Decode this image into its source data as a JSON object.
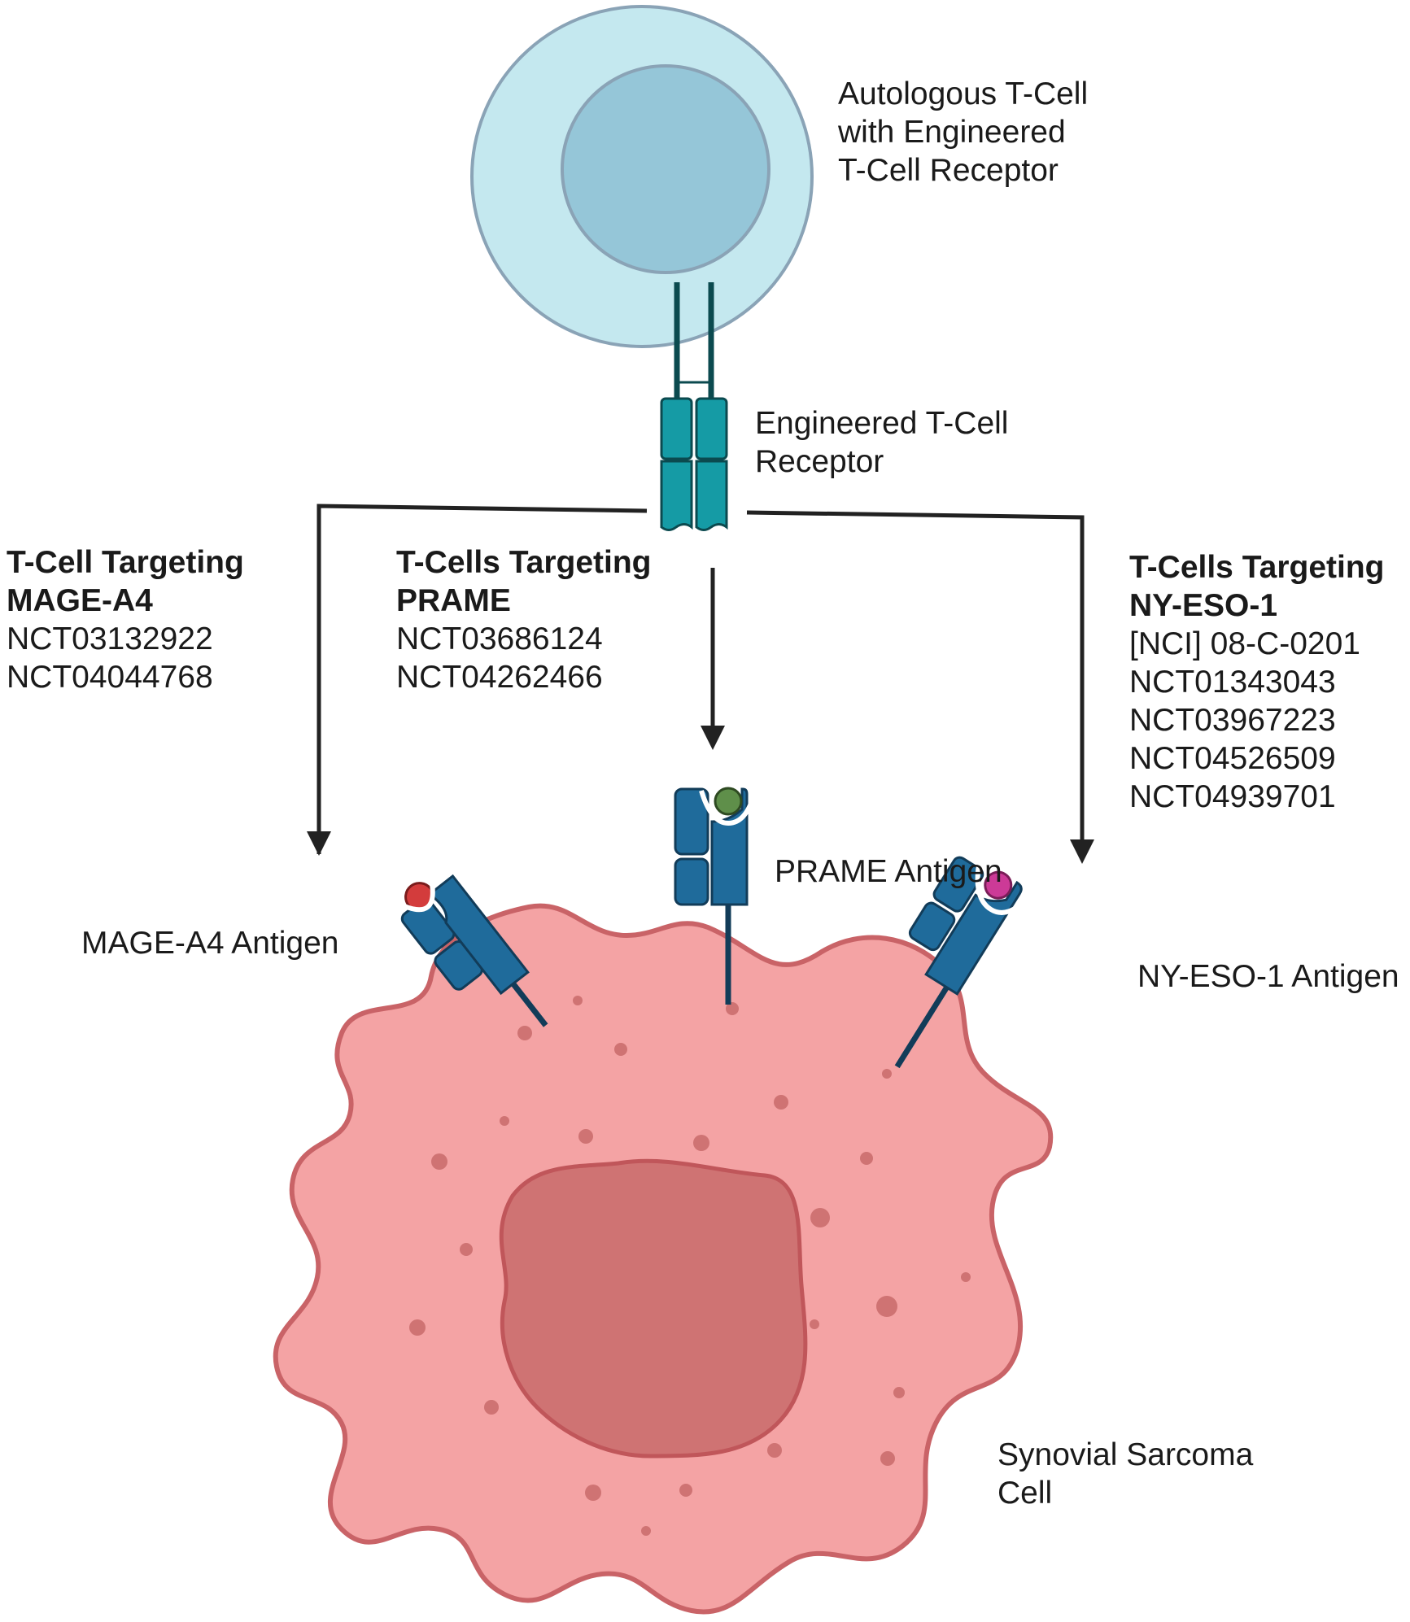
{
  "labels": {
    "t_cell": [
      "Autologous T-Cell",
      "with Engineered",
      "T-Cell Receptor"
    ],
    "receptor": [
      "Engineered T-Cell",
      "Receptor"
    ],
    "mage": {
      "heading": [
        "T-Cell Targeting",
        "MAGE-A4"
      ],
      "trials": [
        "NCT03132922",
        "NCT04044768"
      ]
    },
    "prame": {
      "heading": [
        "T-Cells Targeting",
        "PRAME"
      ],
      "trials": [
        "NCT03686124",
        "NCT04262466"
      ]
    },
    "nyeso": {
      "heading": [
        "T-Cells Targeting",
        "NY-ESO-1"
      ],
      "trials": [
        "[NCI] 08-C-0201",
        "NCT01343043",
        "NCT03967223",
        "NCT04526509",
        "NCT04939701"
      ]
    },
    "mage_antigen": "MAGE-A4 Antigen",
    "prame_antigen": "PRAME Antigen",
    "nyeso_antigen": "NY-ESO-1 Antigen",
    "sarcoma": [
      "Synovial Sarcoma",
      "Cell"
    ]
  },
  "colors": {
    "tcell_outer": "#c4e8ef",
    "tcell_nucleus": "#95c6d8",
    "tcell_stroke": "#8aa3b6",
    "receptor_fill": "#159ba5",
    "receptor_stroke": "#0b4a4f",
    "antigen_fill": "#1f6b9b",
    "antigen_stroke": "#123c59",
    "mage_dot": "#d33c3c",
    "prame_dot": "#5f8f4a",
    "nyeso_dot": "#cc3a97",
    "cell_fill": "#f4a3a4",
    "cell_stroke": "#c96367",
    "nucleus_fill": "#cf7373",
    "arrow": "#222222"
  }
}
